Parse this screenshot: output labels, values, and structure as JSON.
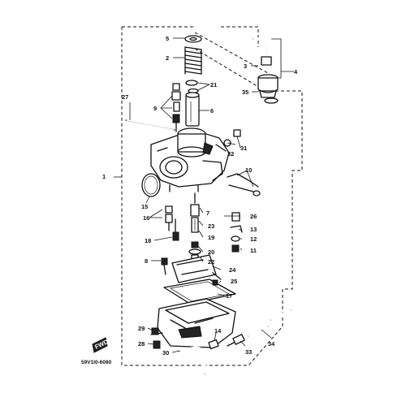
{
  "diagram": {
    "catalog_code": "59V1I0-6080",
    "fwd_mark": "FWD",
    "callouts": {
      "c1": "1",
      "c2": "2",
      "c3": "3",
      "c4": "4",
      "c5": "5",
      "c6": "6",
      "c7": "7",
      "c8": "8",
      "c9": "9",
      "c10": "10",
      "c11": "11",
      "c12": "12",
      "c13": "13",
      "c14": "14",
      "c15": "15",
      "c16": "16",
      "c17": "17",
      "c18": "18",
      "c19": "19",
      "c20": "20",
      "c21": "21",
      "c22": "22",
      "c23": "23",
      "c24": "24",
      "c25": "25",
      "c26": "26",
      "c27": "27",
      "c28": "28",
      "c29": "29",
      "c30": "30",
      "c31": "31",
      "c32": "32",
      "c33": "33",
      "c34": "34",
      "c35": "35"
    }
  }
}
